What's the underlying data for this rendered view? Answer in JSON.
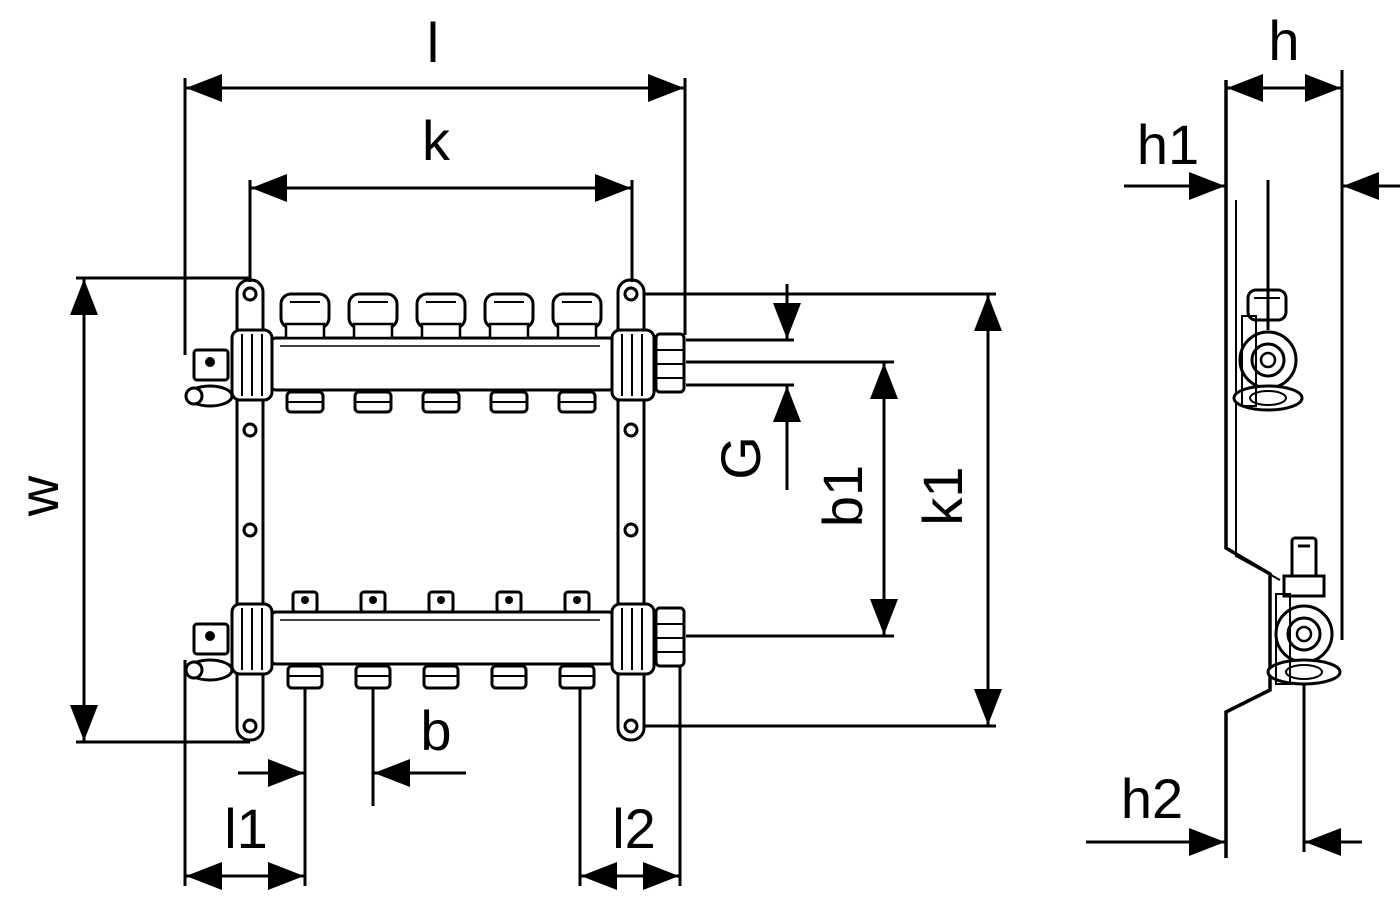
{
  "labels": {
    "l": "l",
    "k": "k",
    "w": "w",
    "G": "G",
    "b1": "b1",
    "k1": "k1",
    "b": "b",
    "l1": "l1",
    "l2": "l2",
    "h": "h",
    "h1": "h1",
    "h2": "h2"
  },
  "outlets": {
    "count": 5
  }
}
